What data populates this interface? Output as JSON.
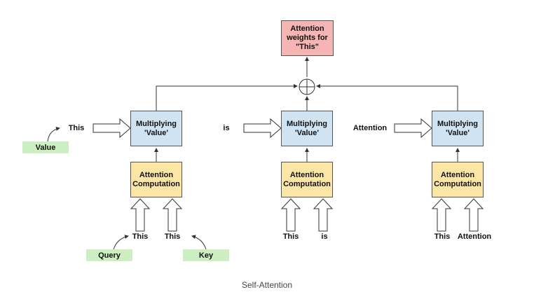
{
  "output_box": {
    "label": "Attention\nweights for\n\"This\""
  },
  "columns": [
    {
      "multiply_label": "Multiplying\n'Value'",
      "compute_label": "Attention\nComputation",
      "value_word": "This",
      "input_words": [
        "This",
        "This"
      ]
    },
    {
      "multiply_label": "Multiplying\n'Value'",
      "compute_label": "Attention\nComputation",
      "value_word": "is",
      "input_words": [
        "This",
        "is"
      ]
    },
    {
      "multiply_label": "Multiplying\n'Value'",
      "compute_label": "Attention\nComputation",
      "value_word": "Attention",
      "input_words": [
        "This",
        "Attention"
      ]
    }
  ],
  "tags": {
    "value": "Value",
    "query": "Query",
    "key": "Key"
  },
  "caption": "Self-Attention",
  "colors": {
    "multiply_box": "#cfe3f3",
    "compute_box": "#fbe6a6",
    "output_box": "#f6b5b2",
    "tag": "#cdeec0"
  }
}
